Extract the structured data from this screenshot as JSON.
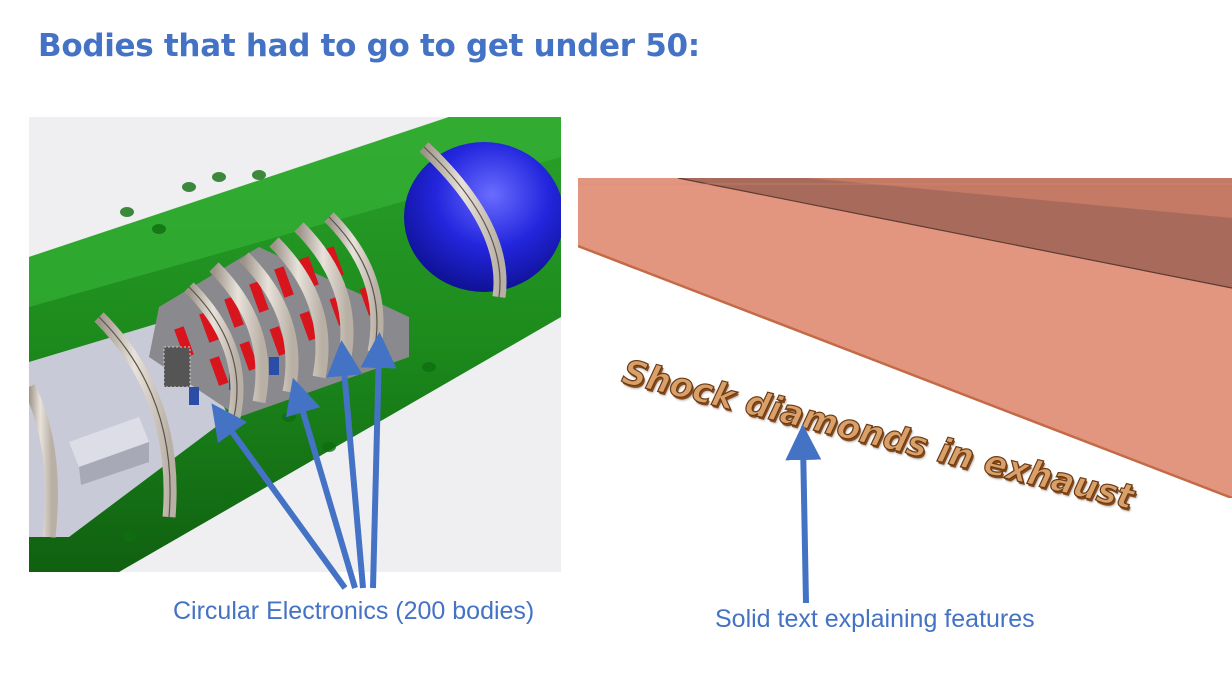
{
  "slide": {
    "title": "Bodies that had to go to get under 50:",
    "captions": {
      "left": "Circular Electronics (200 bodies)",
      "right": "Solid text explaining features"
    },
    "embossed_text": "Shock diamonds in exhaust"
  },
  "colors": {
    "accent": "#4472c4",
    "tube_green": "#1e8a1e",
    "tank_blue": "#1f22d8",
    "plate_salmon": "#e3967f",
    "embossed_text": "#b8743c"
  }
}
